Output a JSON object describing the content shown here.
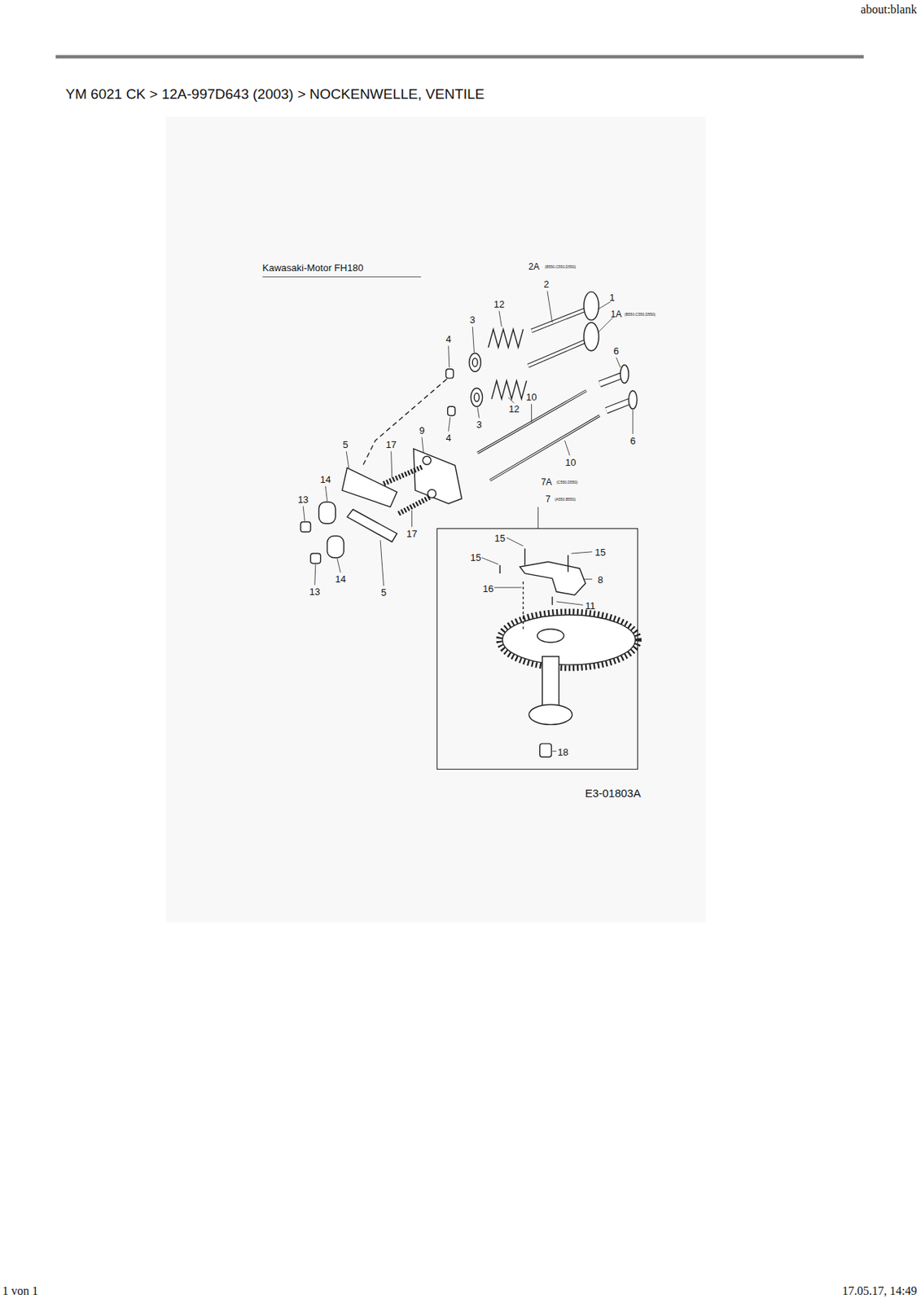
{
  "diagram": {
    "title": "YM 6021 CK  >  12A-997D643 (2003)  >  NOCKENWELLE, VENTILE",
    "nodes": [
      {
        "text": [
          "15",
          "15",
          "15",
          "16",
          "8",
          "11",
          "18"
        ]
      }
    ],
    "labels": [
      "about:blank",
      "Kawasaki-Motor FH180",
      "2A",
      "(B550,C550,D550)",
      "2",
      "1",
      "1A",
      "(B550,C550,D550)",
      "12",
      "3",
      "4",
      "6",
      "10",
      "12",
      "3",
      "4",
      "6",
      "9",
      "10",
      "5",
      "17",
      "14",
      "13",
      "17",
      "5",
      "14",
      "13",
      "7A",
      "(C550,D550)",
      "7",
      "(A550,B550)",
      "E3-01803A",
      "1 von 1",
      "17.05.17, 14:49"
    ]
  }
}
